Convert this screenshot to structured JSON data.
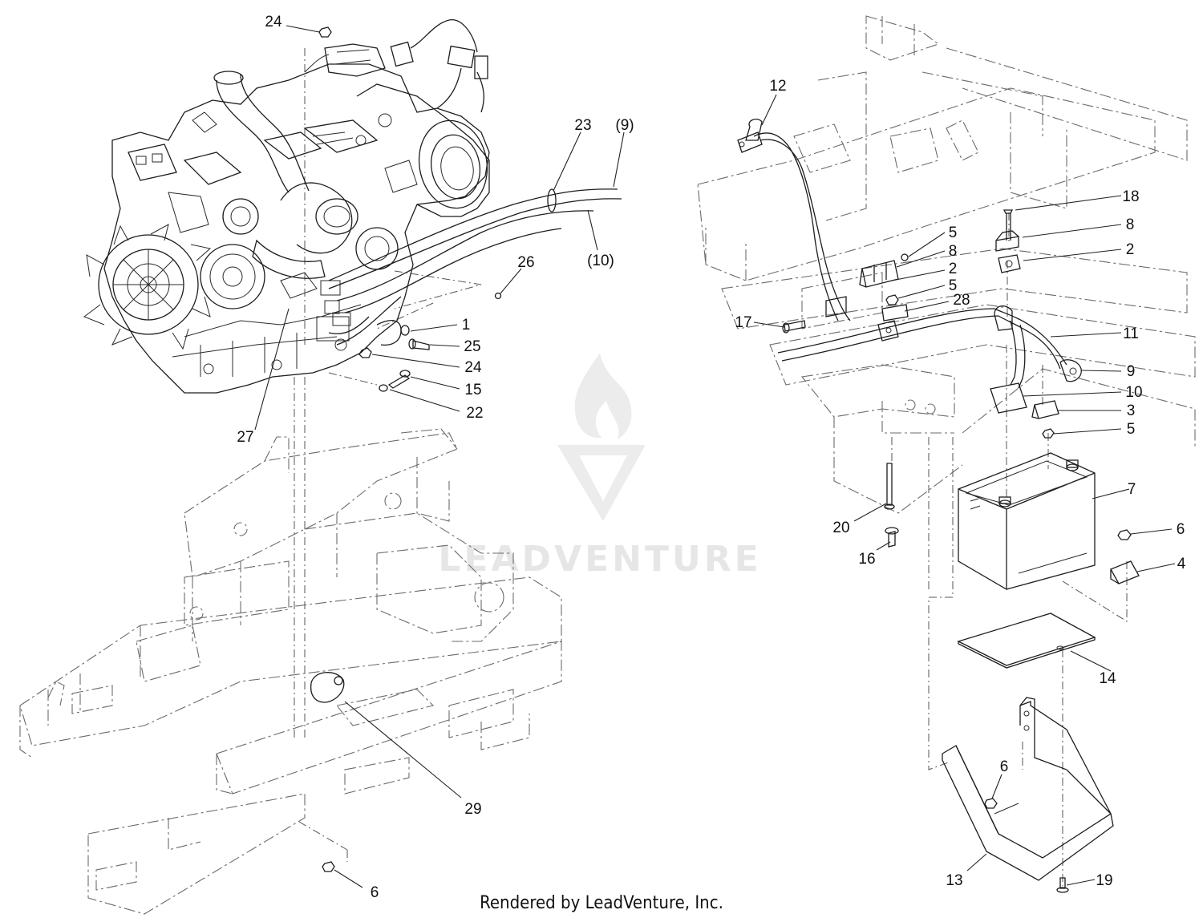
{
  "watermark": {
    "text": "LEADVENTURE"
  },
  "footer": {
    "text": "Rendered by LeadVenture, Inc."
  },
  "callouts": [
    {
      "label": "24"
    },
    {
      "label": "23"
    },
    {
      "label": "(9)"
    },
    {
      "label": "(10)"
    },
    {
      "label": "26"
    },
    {
      "label": "1"
    },
    {
      "label": "25"
    },
    {
      "label": "24"
    },
    {
      "label": "15"
    },
    {
      "label": "22"
    },
    {
      "label": "27"
    },
    {
      "label": "29"
    },
    {
      "label": "6"
    },
    {
      "label": "12"
    },
    {
      "label": "18"
    },
    {
      "label": "8"
    },
    {
      "label": "2"
    },
    {
      "label": "5"
    },
    {
      "label": "8"
    },
    {
      "label": "2"
    },
    {
      "label": "5"
    },
    {
      "label": "28"
    },
    {
      "label": "17"
    },
    {
      "label": "11"
    },
    {
      "label": "9"
    },
    {
      "label": "10"
    },
    {
      "label": "3"
    },
    {
      "label": "5"
    },
    {
      "label": "7"
    },
    {
      "label": "20"
    },
    {
      "label": "16"
    },
    {
      "label": "6"
    },
    {
      "label": "4"
    },
    {
      "label": "14"
    },
    {
      "label": "6"
    },
    {
      "label": "13"
    },
    {
      "label": "19"
    }
  ]
}
